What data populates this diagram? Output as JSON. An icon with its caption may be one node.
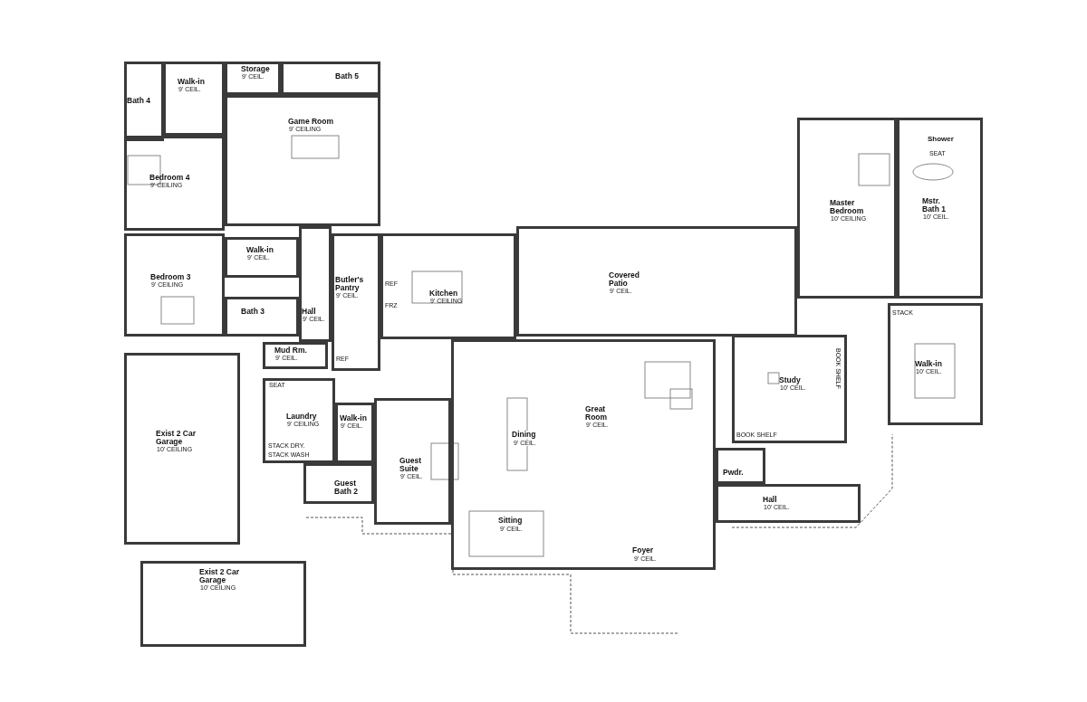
{
  "diagram": {
    "nodes": [
      {
        "text": [
          "Bath 4"
        ]
      },
      {
        "text": [
          "Walk-in",
          "9' CEIL."
        ]
      },
      {
        "text": [
          "Storage",
          "9' CEIL."
        ]
      },
      {
        "text": [
          "Bath 5"
        ]
      },
      {
        "text": [
          "Game Room",
          "9' CEILING"
        ]
      },
      {
        "text": [
          "Bedroom 4",
          "9' CEILING"
        ]
      },
      {
        "text": [
          "Walk-in",
          "9' CEIL."
        ]
      },
      {
        "text": [
          "Bedroom 3",
          "9' CEILING"
        ]
      },
      {
        "text": [
          "Bath 3"
        ]
      },
      {
        "text": [
          "Hall",
          "9' CEIL."
        ]
      },
      {
        "text": [
          "Butler's Pantry",
          "9' CEIL."
        ]
      },
      {
        "text": [
          "Kitchen",
          "9' CEILING"
        ]
      },
      {
        "text": [
          "Covered Patio",
          "9' CEIL."
        ]
      },
      {
        "text": [
          "Master Bedroom",
          "10' CEILING"
        ]
      },
      {
        "text": [
          "Mstr. Bath 1",
          "10' CEIL."
        ]
      },
      {
        "text": [
          "Mud Rm.",
          "9' CEIL."
        ]
      },
      {
        "text": [
          "Laundry",
          "9' CEILING"
        ]
      },
      {
        "text": [
          "Walk-in",
          "9' CEIL."
        ]
      },
      {
        "text": [
          "Exist 2 Car Garage",
          "10' CEILING"
        ]
      },
      {
        "text": [
          "Great Room",
          "9' CEIL."
        ]
      },
      {
        "text": [
          "Study",
          "10' CEIL."
        ]
      },
      {
        "text": [
          "Walk-in",
          "10' CEIL."
        ]
      },
      {
        "text": [
          "Guest Suite",
          "9' CEIL."
        ]
      },
      {
        "text": [
          "Guest Bath 2"
        ]
      },
      {
        "text": [
          "Pwdr."
        ]
      },
      {
        "text": [
          "Hall",
          "10' CEIL."
        ]
      },
      {
        "text": [
          "Exist 2 Car Garage",
          "10' CEILING"
        ]
      }
    ],
    "labels": [
      "Shower",
      "SEAT",
      "STACK",
      "SEAT",
      "REF",
      "FRZ",
      "REF",
      "Dining",
      "9' CEIL.",
      "BOOK SHELF",
      "STACK DRY.",
      "STACK WASH",
      "BOOK SHELF",
      "Sitting",
      "9' CEIL.",
      "Foyer",
      "9' CEIL."
    ]
  }
}
